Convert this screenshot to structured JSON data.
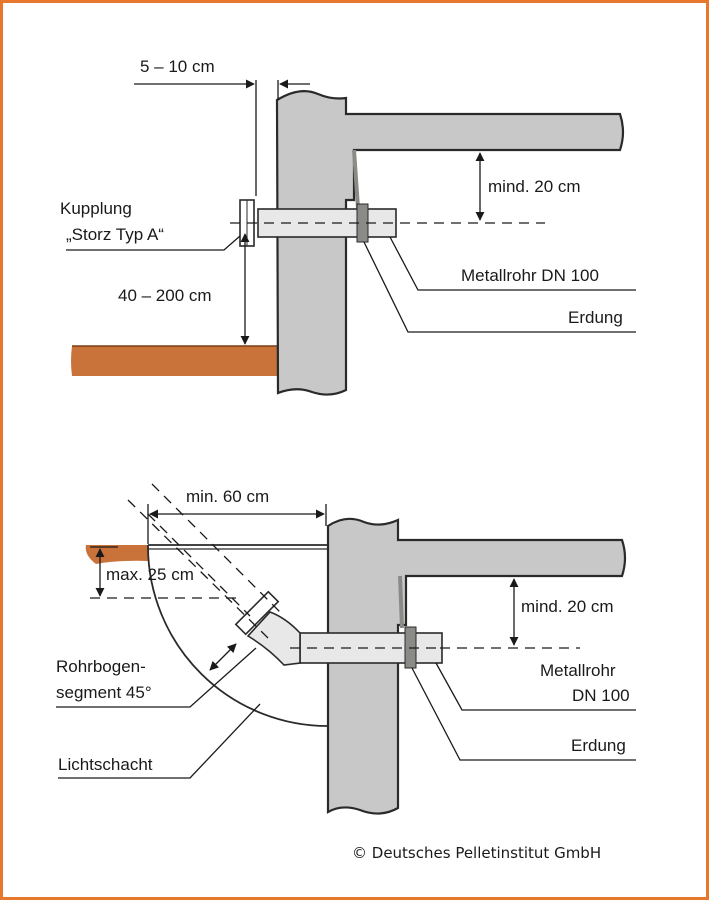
{
  "colors": {
    "border": "#e8772e",
    "wall": "#c8c8c8",
    "wall_stroke": "#2a2a2a",
    "pipe": "#e8e8e8",
    "earth": "#c9733a",
    "clamp": "#8a8a86"
  },
  "top": {
    "dim_wall_gap": "5 – 10 cm",
    "coupling_line1": "Kupplung",
    "coupling_line2": "„Storz Typ A“",
    "dim_height": "40 – 200 cm",
    "dim_ceiling": "mind. 20 cm",
    "pipe_label": "Metallrohr DN 100",
    "ground_label": "Erdung"
  },
  "bottom": {
    "dim_shaft_width": "min. 60 cm",
    "dim_depth": "max. 25 cm",
    "dim_ceiling": "mind. 20 cm",
    "pipe_label_line1": "Metallrohr",
    "pipe_label_line2": "DN 100",
    "ground_label": "Erdung",
    "bend_line1": "Rohrbogen-",
    "bend_line2": "segment 45°",
    "shaft_label": "Lichtschacht"
  },
  "copyright": "© Deutsches Pelletinstitut GmbH"
}
